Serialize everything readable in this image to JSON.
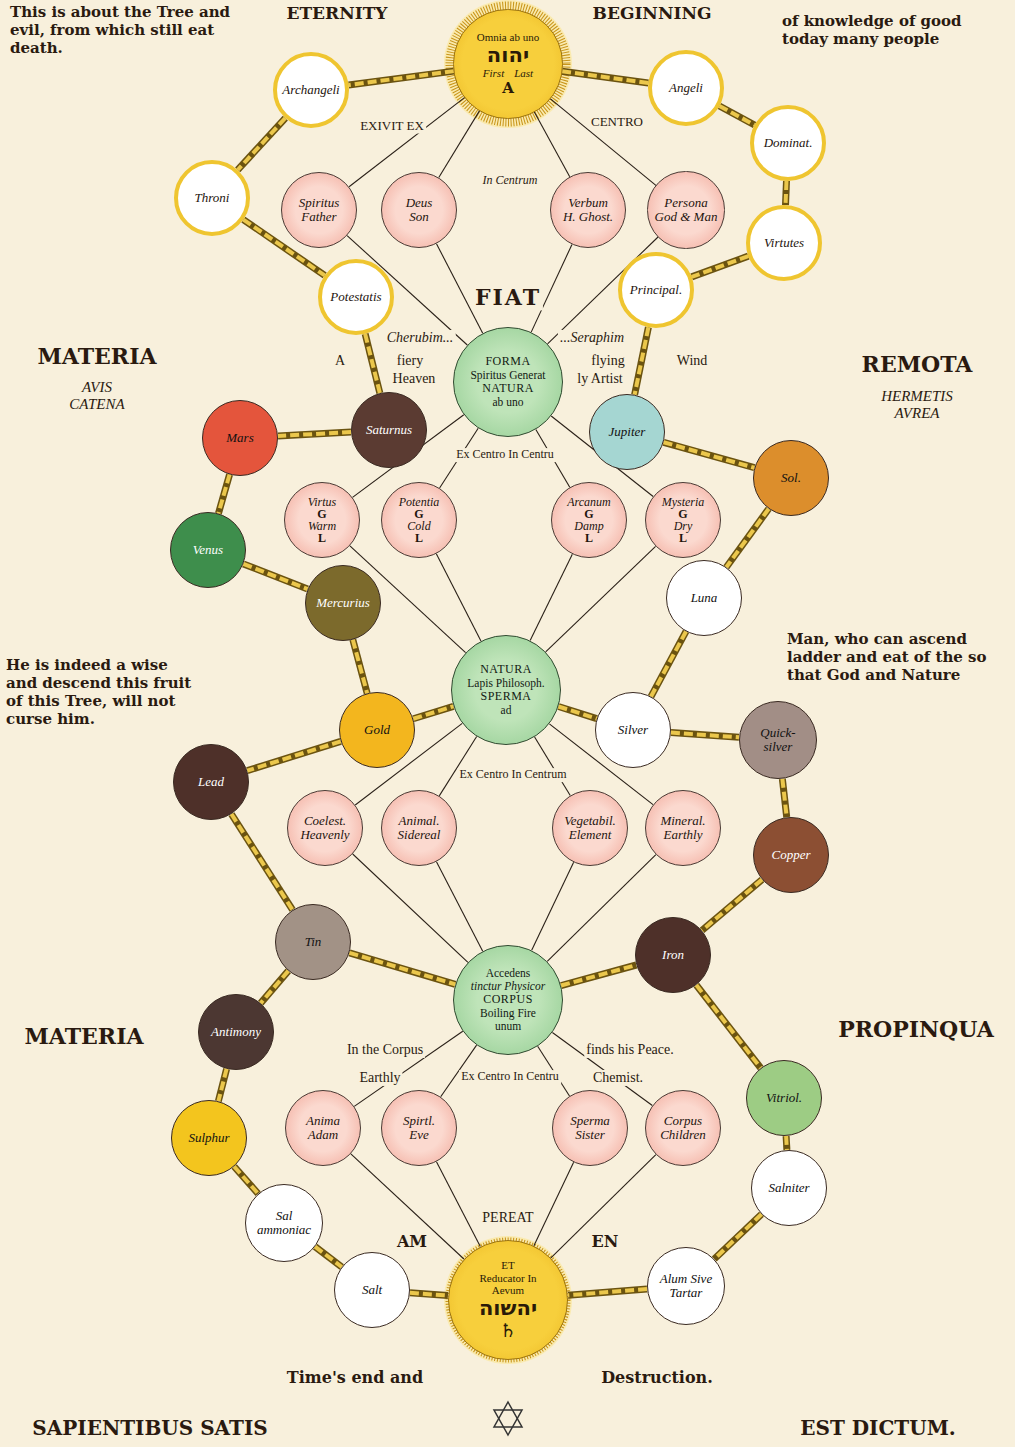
{
  "diagram": {
    "nodes": [
      {
        "text": [
          "Omnia ab uno",
          "יהוה",
          "First",
          "Last",
          "A"
        ]
      },
      {
        "text": [
          "Archangeli"
        ]
      },
      {
        "text": [
          "Angeli"
        ]
      },
      {
        "text": [
          "Dominat."
        ]
      },
      {
        "text": [
          "Throni"
        ]
      },
      {
        "text": [
          "Spiritus",
          "Father"
        ]
      },
      {
        "text": [
          "Deus",
          "Son"
        ]
      },
      {
        "text": [
          "Verbum",
          "H. Ghost."
        ]
      },
      {
        "text": [
          "Persona",
          "God & Man"
        ]
      },
      {
        "text": [
          "Virtutes"
        ]
      },
      {
        "text": [
          "Potestatis"
        ]
      },
      {
        "text": [
          "Principal."
        ]
      },
      {
        "text": [
          "FORMA",
          "Spiritus Generat",
          "NATURA",
          "ab uno"
        ]
      },
      {
        "text": [
          "Saturnus"
        ]
      },
      {
        "text": [
          "Jupiter"
        ]
      },
      {
        "text": [
          "Mars"
        ]
      },
      {
        "text": [
          "Sol."
        ]
      },
      {
        "text": [
          "Virtus",
          "G",
          "Warm",
          "L"
        ]
      },
      {
        "text": [
          "Potentia",
          "G",
          "Cold",
          "L"
        ]
      },
      {
        "text": [
          "Arcanum",
          "G",
          "Damp",
          "L"
        ]
      },
      {
        "text": [
          "Mysteria",
          "G",
          "Dry",
          "L"
        ]
      },
      {
        "text": [
          "Venus"
        ]
      },
      {
        "text": [
          "Mercurius"
        ]
      },
      {
        "text": [
          "Luna"
        ]
      },
      {
        "text": [
          "NATURA",
          "Lapis Philosoph.",
          "SPERMA",
          "ad"
        ]
      },
      {
        "text": [
          "Gold"
        ]
      },
      {
        "text": [
          "Silver"
        ]
      },
      {
        "text": [
          "Quick- silver"
        ]
      },
      {
        "text": [
          "Lead"
        ]
      },
      {
        "text": [
          "Coelest.",
          "Heavenly"
        ]
      },
      {
        "text": [
          "Animal.",
          "Sidereal"
        ]
      },
      {
        "text": [
          "Vegetabil.",
          "Element"
        ]
      },
      {
        "text": [
          "Mineral.",
          "Earthly"
        ]
      },
      {
        "text": [
          "Copper"
        ]
      },
      {
        "text": [
          "Tin"
        ]
      },
      {
        "text": [
          "Iron"
        ]
      },
      {
        "text": [
          "Accedens",
          "tinctur Physicor",
          "CORPUS",
          "Boiling Fire",
          "unum"
        ]
      },
      {
        "text": [
          "Antimony"
        ]
      },
      {
        "text": [
          "Vitriol."
        ]
      },
      {
        "text": [
          "Anima",
          "Adam"
        ]
      },
      {
        "text": [
          "Spirtl.",
          "Eve"
        ]
      },
      {
        "text": [
          "Sperma",
          "Sister"
        ]
      },
      {
        "text": [
          "Corpus",
          "Children"
        ]
      },
      {
        "text": [
          "Sulphur"
        ]
      },
      {
        "text": [
          "Salniter"
        ]
      },
      {
        "text": [
          "Sal ammoniac"
        ]
      },
      {
        "text": [
          "Salt"
        ]
      },
      {
        "text": [
          "Alum Sive Tartar"
        ]
      },
      {
        "text": [
          "ET",
          "Reducator In Aevum",
          "יהשוה",
          "♄"
        ]
      }
    ],
    "edges": [
      {
        "from": 0,
        "to": 1,
        "arrow": "none"
      },
      {
        "from": 0,
        "to": 2,
        "arrow": "none"
      },
      {
        "from": 1,
        "to": 4,
        "arrow": "none"
      },
      {
        "from": 4,
        "to": 10,
        "arrow": "none"
      },
      {
        "from": 2,
        "to": 3,
        "arrow": "none"
      },
      {
        "from": 3,
        "to": 9,
        "arrow": "none"
      },
      {
        "from": 9,
        "to": 11,
        "arrow": "none"
      },
      {
        "from": 10,
        "to": 13,
        "arrow": "none"
      },
      {
        "from": 11,
        "to": 14,
        "arrow": "none"
      },
      {
        "from": 13,
        "to": 15,
        "arrow": "none"
      },
      {
        "from": 15,
        "to": 21,
        "arrow": "none"
      },
      {
        "from": 21,
        "to": 22,
        "arrow": "none"
      },
      {
        "from": 22,
        "to": 25,
        "arrow": "none"
      },
      {
        "from": 14,
        "to": 16,
        "arrow": "none"
      },
      {
        "from": 16,
        "to": 23,
        "arrow": "none"
      },
      {
        "from": 23,
        "to": 26,
        "arrow": "none"
      },
      {
        "from": 25,
        "to": 24,
        "arrow": "none"
      },
      {
        "from": 24,
        "to": 26,
        "arrow": "none"
      },
      {
        "from": 25,
        "to": 28,
        "arrow": "none"
      },
      {
        "from": 28,
        "to": 34,
        "arrow": "none"
      },
      {
        "from": 26,
        "to": 27,
        "arrow": "none"
      },
      {
        "from": 27,
        "to": 33,
        "arrow": "none"
      },
      {
        "from": 33,
        "to": 35,
        "arrow": "none"
      },
      {
        "from": 34,
        "to": 36,
        "arrow": "none"
      },
      {
        "from": 36,
        "to": 35,
        "arrow": "none"
      },
      {
        "from": 34,
        "to": 37,
        "arrow": "none"
      },
      {
        "from": 37,
        "to": 43,
        "arrow": "none"
      },
      {
        "from": 43,
        "to": 45,
        "arrow": "none"
      },
      {
        "from": 45,
        "to": 46,
        "arrow": "none"
      },
      {
        "from": 46,
        "to": 48,
        "arrow": "none"
      },
      {
        "from": 35,
        "to": 38,
        "arrow": "none"
      },
      {
        "from": 38,
        "to": 44,
        "arrow": "none"
      },
      {
        "from": 44,
        "to": 47,
        "arrow": "none"
      },
      {
        "from": 47,
        "to": 48,
        "arrow": "none"
      },
      {
        "from": 0,
        "to": 5,
        "arrow": "none"
      },
      {
        "from": 0,
        "to": 6,
        "arrow": "none"
      },
      {
        "from": 0,
        "to": 7,
        "arrow": "none"
      },
      {
        "from": 0,
        "to": 8,
        "arrow": "none"
      },
      {
        "from": 5,
        "to": 12,
        "arrow": "none"
      },
      {
        "from": 6,
        "to": 12,
        "arrow": "none"
      },
      {
        "from": 7,
        "to": 12,
        "arrow": "none"
      },
      {
        "from": 8,
        "to": 12,
        "arrow": "none"
      },
      {
        "from": 12,
        "to": 17,
        "arrow": "none"
      },
      {
        "from": 12,
        "to": 18,
        "arrow": "none"
      },
      {
        "from": 12,
        "to": 19,
        "arrow": "none"
      },
      {
        "from": 12,
        "to": 20,
        "arrow": "none"
      },
      {
        "from": 17,
        "to": 24,
        "arrow": "none"
      },
      {
        "from": 18,
        "to": 24,
        "arrow": "none"
      },
      {
        "from": 19,
        "to": 24,
        "arrow": "none"
      },
      {
        "from": 20,
        "to": 24,
        "arrow": "none"
      },
      {
        "from": 24,
        "to": 29,
        "arrow": "none"
      },
      {
        "from": 24,
        "to": 30,
        "arrow": "none"
      },
      {
        "from": 24,
        "to": 31,
        "arrow": "none"
      },
      {
        "from": 24,
        "to": 32,
        "arrow": "none"
      },
      {
        "from": 29,
        "to": 36,
        "arrow": "none"
      },
      {
        "from": 30,
        "to": 36,
        "arrow": "none"
      },
      {
        "from": 31,
        "to": 36,
        "arrow": "none"
      },
      {
        "from": 32,
        "to": 36,
        "arrow": "none"
      },
      {
        "from": 36,
        "to": 39,
        "arrow": "none"
      },
      {
        "from": 36,
        "to": 40,
        "arrow": "none"
      },
      {
        "from": 36,
        "to": 41,
        "arrow": "none"
      },
      {
        "from": 36,
        "to": 42,
        "arrow": "none"
      },
      {
        "from": 39,
        "to": 48,
        "arrow": "none"
      },
      {
        "from": 40,
        "to": 48,
        "arrow": "none"
      },
      {
        "from": 41,
        "to": 48,
        "arrow": "none"
      },
      {
        "from": 42,
        "to": 48,
        "arrow": "none"
      }
    ],
    "labels": [
      "ETERNITY",
      "BEGINNING",
      "This is about the Tree and evil, from which still eat death.",
      "of knowledge of good today many people",
      "EXIVIT EX",
      "CENTRO",
      "In Centrum",
      "FIAT",
      "Cherubim...",
      "...Seraphim",
      "A",
      "fiery",
      "Heaven",
      "flying",
      "ly Artist",
      "Wind",
      "MATERIA",
      "AVIS CATENA",
      "REMOTA",
      "HERMETIS AVREA",
      "Ex Centro In Centru",
      "He is indeed a wise and descend this fruit of this Tree, will not curse him.",
      "Man, who can ascend ladder and eat of the so that God and Nature",
      "Ex Centro In Centrum",
      "In the Corpus",
      "finds his Peace.",
      "Earthly",
      "Chemist.",
      "MATERIA",
      "PROPINQUA",
      "Ex Centro In Centru",
      "PEREAT",
      "AM",
      "EN",
      "Time's end and",
      "Destruction.",
      "SAPIENTIBUS SATIS",
      "EST DICTUM."
    ]
  }
}
